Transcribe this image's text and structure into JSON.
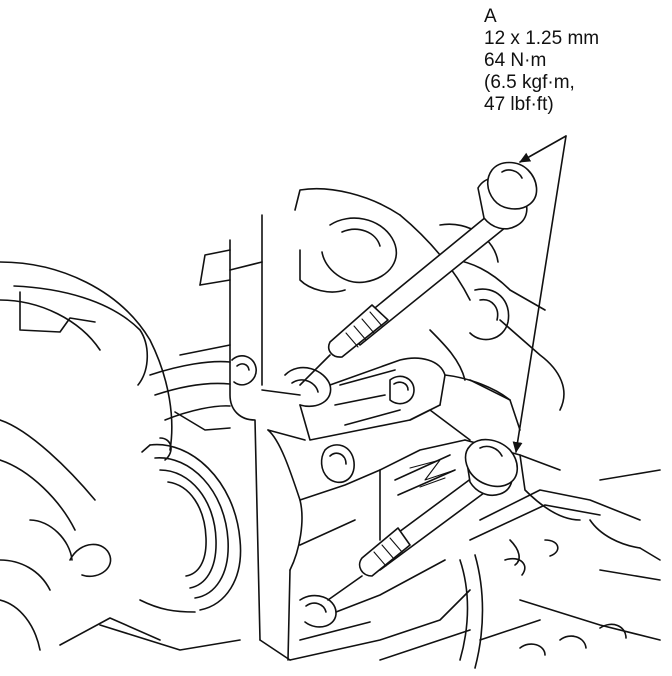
{
  "callout": {
    "letter": "A",
    "thread_spec": "12 x 1.25 mm",
    "torque_nm": "64 N·m",
    "torque_kgfm": "(6.5 kgf·m,",
    "torque_lbfft": "47 lbf·ft)"
  },
  "colors": {
    "line": "#111111",
    "background": "#ffffff"
  }
}
